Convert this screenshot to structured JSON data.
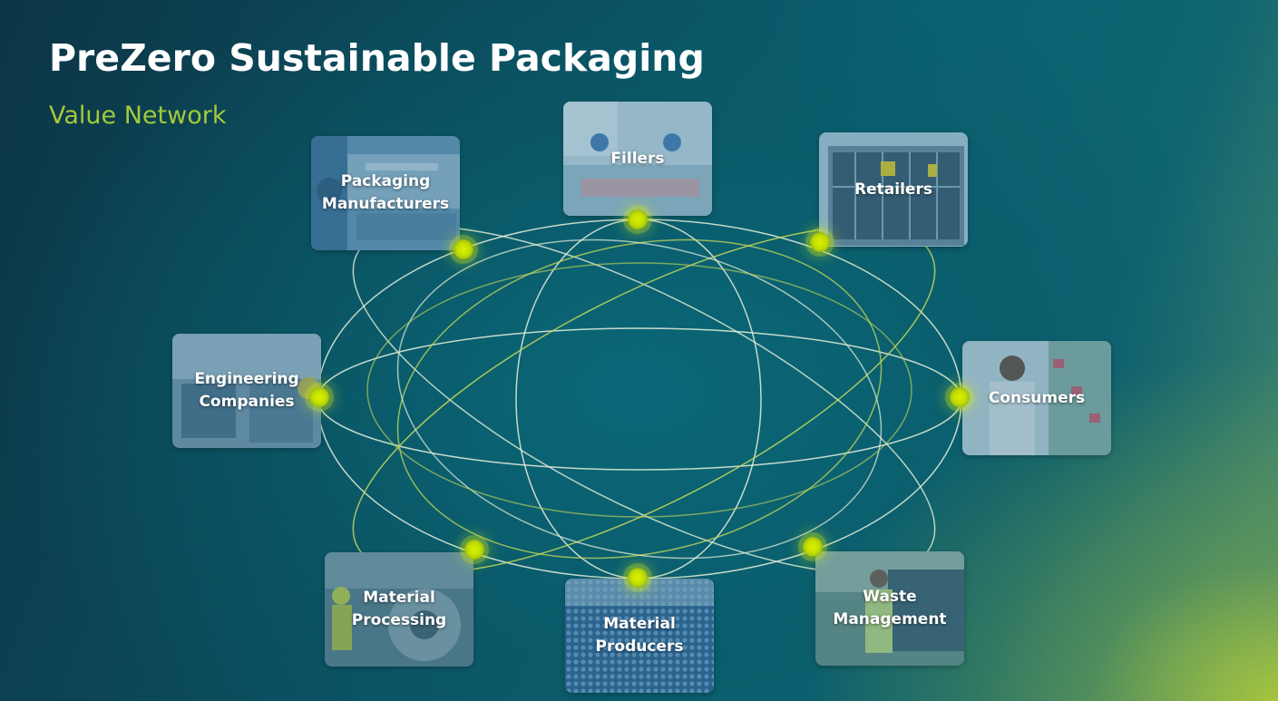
{
  "header": {
    "title": "PreZero Sustainable Packaging",
    "subtitle": "Value Network"
  },
  "network": {
    "nodes": [
      {
        "id": "packaging-manufacturers",
        "label": "Packaging Manufacturers"
      },
      {
        "id": "fillers",
        "label": "Fillers"
      },
      {
        "id": "retailers",
        "label": "Retailers"
      },
      {
        "id": "engineering-companies",
        "label": "Engineering Companies"
      },
      {
        "id": "consumers",
        "label": "Consumers"
      },
      {
        "id": "material-processing",
        "label": "Material Processing"
      },
      {
        "id": "material-producers",
        "label": "Material Producers"
      },
      {
        "id": "waste-management",
        "label": "Waste Management"
      }
    ]
  },
  "colors": {
    "accent": "#a4c939",
    "node": "#c8e400",
    "link_white": "#e6f0da",
    "link_green": "#c6d95a"
  }
}
